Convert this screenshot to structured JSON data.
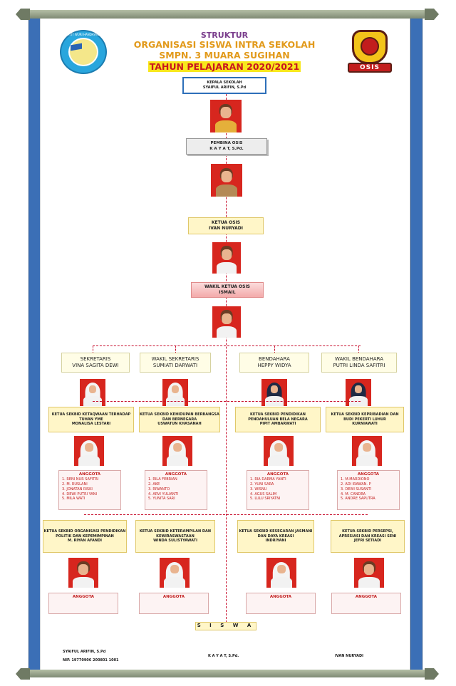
{
  "header": {
    "line1": "STRUKTUR",
    "line2": "ORGANISASI SISWA INTRA SEKOLAH",
    "line3": "SMPN. 3 MUARA SUGIHAN",
    "line4": "TAHUN PELAJARAN 2020/2021"
  },
  "logos": {
    "left_caption": "TUT WURI HANDAYANI",
    "right_ribbon": "OSIS"
  },
  "kepala_sekolah": {
    "title": "KEPALA SEKOLAH",
    "name": "SYAIFUL ARIFIN, S.Pd"
  },
  "pembina": {
    "title": "PEMBINA OSIS",
    "name": "K A Y A T, S.Pd."
  },
  "ketua": {
    "title": "KETUA OSIS",
    "name": "IVAN NURYADI"
  },
  "wakil_ketua": {
    "title": "WAKIL KETUA OSIS",
    "name": "ISMAIL"
  },
  "officers": [
    {
      "title": "SEKRETARIS",
      "name": "VINA SAGITA DEWI"
    },
    {
      "title": "WAKIL SEKRETARIS",
      "name": "SUMIATI DARWATI"
    },
    {
      "title": "BENDAHARA",
      "name": "HEPPY WIDYA"
    },
    {
      "title": "WAKIL BENDAHARA",
      "name": "PUTRI LINDA SAFITRI"
    }
  ],
  "sekbid_row1": [
    {
      "text": "KETUA SEKBID KETAQWAAN TERHADAP TUHAN YME",
      "name": "MONALISA LESTARI",
      "members": [
        "1. RENI NUR SAFITRI",
        "2. M. RUSLANI",
        "3. JONATAN RISKI",
        "4. DEWI PUTRI YANI",
        "5. MILA WATI"
      ]
    },
    {
      "text": "KETUA SEKBID KEHIDUPAN BERBANGSA DAN BERNEGARA",
      "name": "USWATUN KHASANAH",
      "members": [
        "1. RILA FEBRIAN",
        "2. AKE",
        "3. RIWANTO",
        "4. ARVI YULIANTI",
        "5. YUNITA SARI"
      ]
    },
    {
      "text": "KETUA SEKBID PENDIDIKAN PENDAHULUAN BELA NEGARA",
      "name": "PIPIT AMBARWATI",
      "members": [
        "1. RIA DARMA YANTI",
        "2. YUNI SARA",
        "3. WISNU",
        "4. AGUS SALIM",
        "5. LULU SRIYATNI"
      ]
    },
    {
      "text": "KETUA SEKBID KEPRIBADIAN DAN BUDI PEKERTI LUHUR",
      "name": "KURNIAWATI",
      "members": [
        "1. M.MARDIONO",
        "2. ADI IRAWAN. P",
        "3. DEWI SUSANTI",
        "4. M. CANDRA",
        "5. ANDRE SAPUTRA"
      ]
    }
  ],
  "sekbid_row2": [
    {
      "text": "KETUA SEKBID ORGANISASI PENDIDIKAN POLITIK DAN KEPEMIMPINAN",
      "name": "M. RIYAN AFANDI"
    },
    {
      "text": "KETUA SEKBID KETERAMPILAN DAN KEWIRASWASTAAN",
      "name": "WINDA SULISTYAWATI"
    },
    {
      "text": "KETUA SEKBID KESEGARAN JASMANI DAN DAYA KREASI",
      "name": "INDRIYANI"
    },
    {
      "text": "KETUA SEKBID PERSEPSI, APRESIASI DAN KREASI SENI",
      "name": "JEFRI SETIADI"
    }
  ],
  "anggota_label": "ANGGOTA",
  "siswa": "S I S W A",
  "signatures": {
    "left_name": "SYAIFUL ARIFIN, S.Pd",
    "left_nip": "NIP. 19770906 200801 1001",
    "mid_name": "K A Y A T, S.Pd.",
    "right_name": "IVAN NURYADI"
  }
}
